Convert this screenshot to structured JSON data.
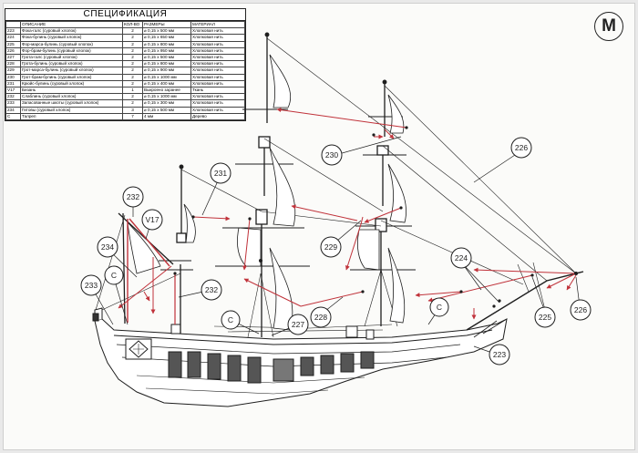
{
  "spec": {
    "title": "СПЕЦИФИКАЦИЯ",
    "headers": [
      "",
      "ОПИСАНИЕ",
      "КОЛ-ВО",
      "РАЗМЕРЫ",
      "МАТЕРИАЛ"
    ],
    "rows": [
      [
        "223",
        "Фока-галс (суровый хлопок)",
        "2",
        "⌀ 0,15 x 500 мм",
        "Хлопковая нить"
      ],
      [
        "224",
        "Фока-булинь (суровый хлопок)",
        "2",
        "⌀ 0,15 x 650 мм",
        "Хлопковая нить"
      ],
      [
        "225",
        "Фор-марса-булинь (суровый хлопок)",
        "2",
        "⌀ 0,15 x 800 мм",
        "Хлопковая нить"
      ],
      [
        "226",
        "Фор-брам-булинь (суровый хлопок)",
        "2",
        "⌀ 0,15 x 950 мм",
        "Хлопковая нить"
      ],
      [
        "227",
        "Грота-галс (суровый хлопок)",
        "2",
        "⌀ 0,15 x 500 мм",
        "Хлопковая нить"
      ],
      [
        "228",
        "Грота-булинь (суровый хлопок)",
        "2",
        "⌀ 0,15 x 800 мм",
        "Хлопковая нить"
      ],
      [
        "229",
        "Грот-марса-булинь (суровый хлопок)",
        "2",
        "⌀ 0,15 x 900 мм",
        "Хлопковая нить"
      ],
      [
        "230",
        "Грот-брам-булинь (суровый хлопок)",
        "2",
        "⌀ 0,15 x 1000 мм",
        "Хлопковая нить"
      ],
      [
        "231",
        "Крюйс-булинь (суровый хлопок)",
        "2",
        "⌀ 0,15 x 400 мм",
        "Хлопковая нить"
      ],
      [
        "V17",
        "Бизань",
        "1",
        "Выкроено заранее",
        "Ткань"
      ],
      [
        "232",
        "Слаблинь (суровый хлопок)",
        "2",
        "⌀ 0,15 x 1000 мм",
        "Хлопковая нить"
      ],
      [
        "233",
        "Запасованные шкоты (суровый хлопок)",
        "2",
        "⌀ 0,15 x 300 мм",
        "Хлопковая нить"
      ],
      [
        "234",
        "Гитовы (суровый хлопок)",
        "3",
        "⌀ 0,15 x 500 мм",
        "Хлопковая нить"
      ],
      [
        "C",
        "Талреп",
        "7",
        "4 мм",
        "Дерево"
      ]
    ]
  },
  "badge": "M",
  "callouts": {
    "c223": "223",
    "c224": "224",
    "c225": "225",
    "c226a": "226",
    "c226b": "226",
    "c227": "227",
    "c228": "228",
    "c229": "229",
    "c230": "230",
    "c231": "231",
    "c232a": "232",
    "c232b": "232",
    "c233": "233",
    "c234": "234",
    "v17": "V17",
    "ca": "C",
    "cb": "C",
    "cc": "C"
  },
  "colors": {
    "rope": "#c0323a",
    "ink": "#1e1e1e",
    "sail": "#ffffff"
  }
}
